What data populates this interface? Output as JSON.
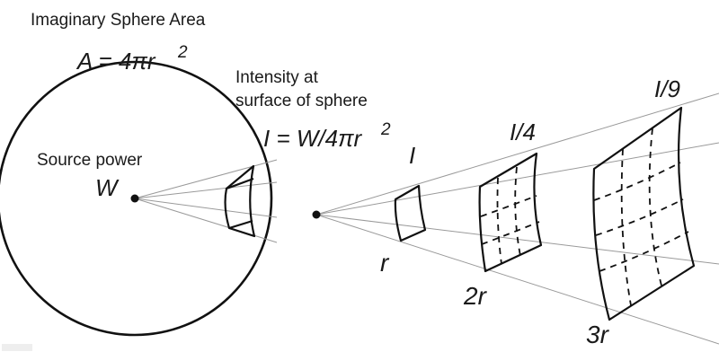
{
  "labels": {
    "sphere_title": "Imaginary Sphere Area",
    "area_formula": "A = 4πr",
    "area_exponent": "2",
    "intensity_line1": "Intensity at",
    "intensity_line2": "surface of sphere",
    "intensity_formula": "I = W/4πr",
    "intensity_exponent": "2",
    "source_power": "Source power",
    "source_symbol": "W",
    "patch_1_intensity": "I",
    "patch_2_intensity": "I/4",
    "patch_3_intensity": "I/9",
    "distance_1": "r",
    "distance_2": "2r",
    "distance_3": "3r"
  }
}
